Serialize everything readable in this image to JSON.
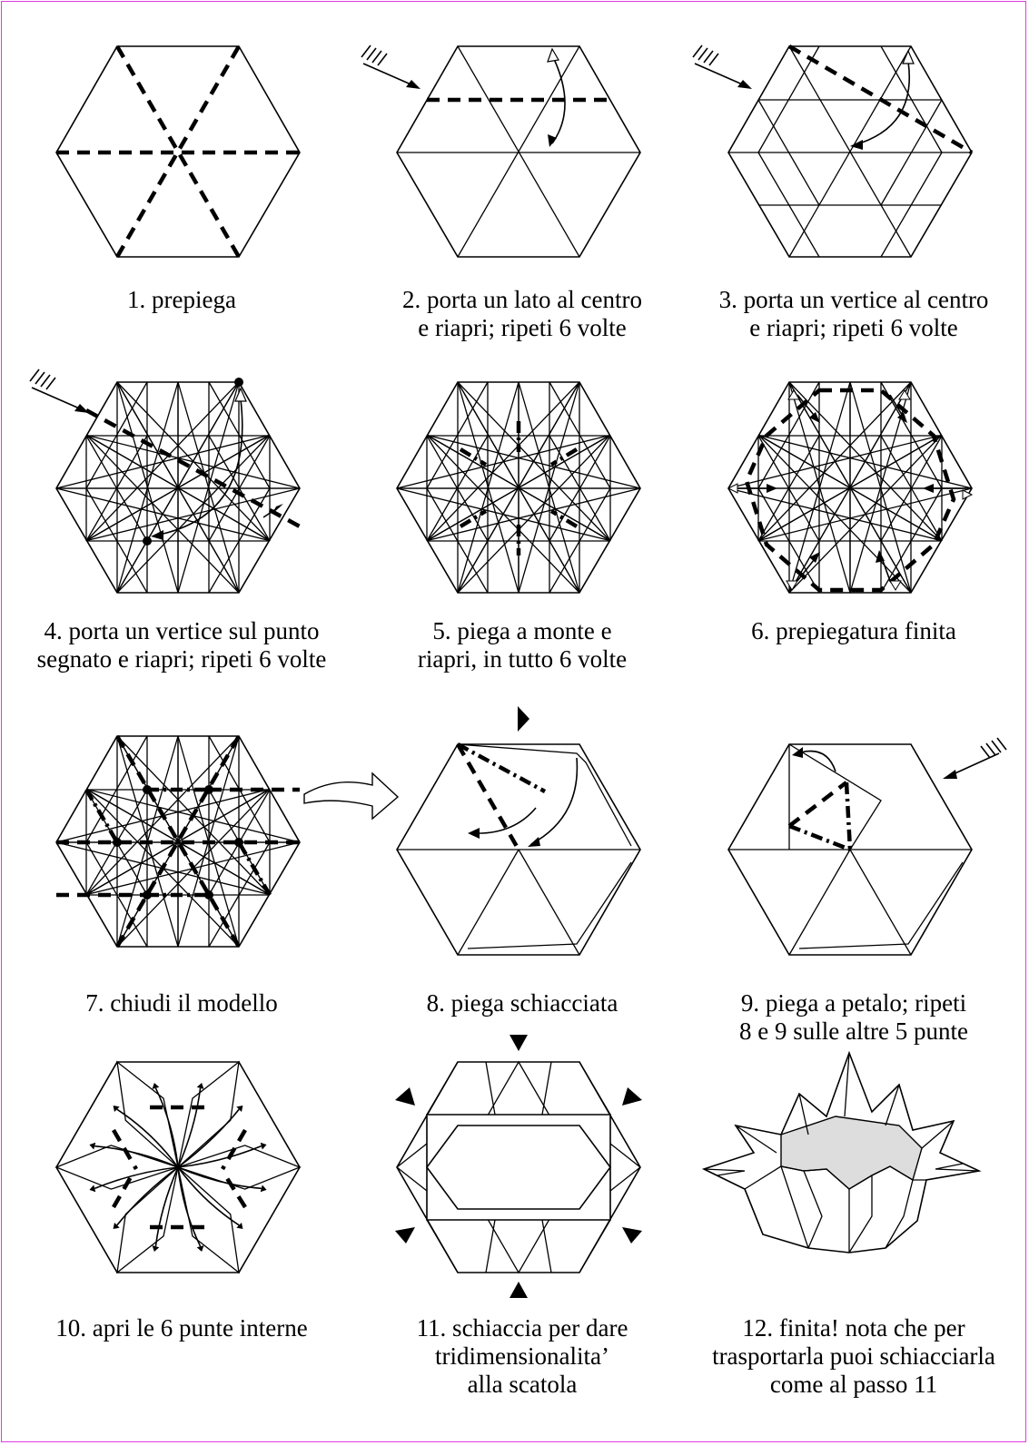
{
  "steps": [
    {
      "lines": [
        "1. prepiega"
      ]
    },
    {
      "lines": [
        "2. porta un lato al centro",
        "e riapri; ripeti 6 volte"
      ]
    },
    {
      "lines": [
        "3. porta un vertice al centro",
        "e riapri; ripeti 6 volte"
      ]
    },
    {
      "lines": [
        "4. porta un vertice sul punto",
        "segnato e riapri; ripeti 6 volte"
      ]
    },
    {
      "lines": [
        "5. piega a monte e",
        "riapri, in tutto 6 volte"
      ]
    },
    {
      "lines": [
        "6. prepiegatura finita"
      ]
    },
    {
      "lines": [
        "7. chiudi il modello"
      ]
    },
    {
      "lines": [
        "8. piega schiacciata"
      ]
    },
    {
      "lines": [
        "9. piega a petalo; ripeti",
        "8 e 9 sulle altre 5 punte"
      ]
    },
    {
      "lines": [
        "10. apri le 6 punte interne"
      ]
    },
    {
      "lines": [
        "11. schiaccia per dare",
        "tridimensionalita’",
        "alla scatola"
      ]
    },
    {
      "lines": [
        "12. finita! nota che per",
        "trasportarla puoi schiacciarla",
        "come al passo 11"
      ]
    }
  ],
  "colors": {
    "border": "#e23be2",
    "box_fill": "#dddddd",
    "ink": "#000000"
  }
}
